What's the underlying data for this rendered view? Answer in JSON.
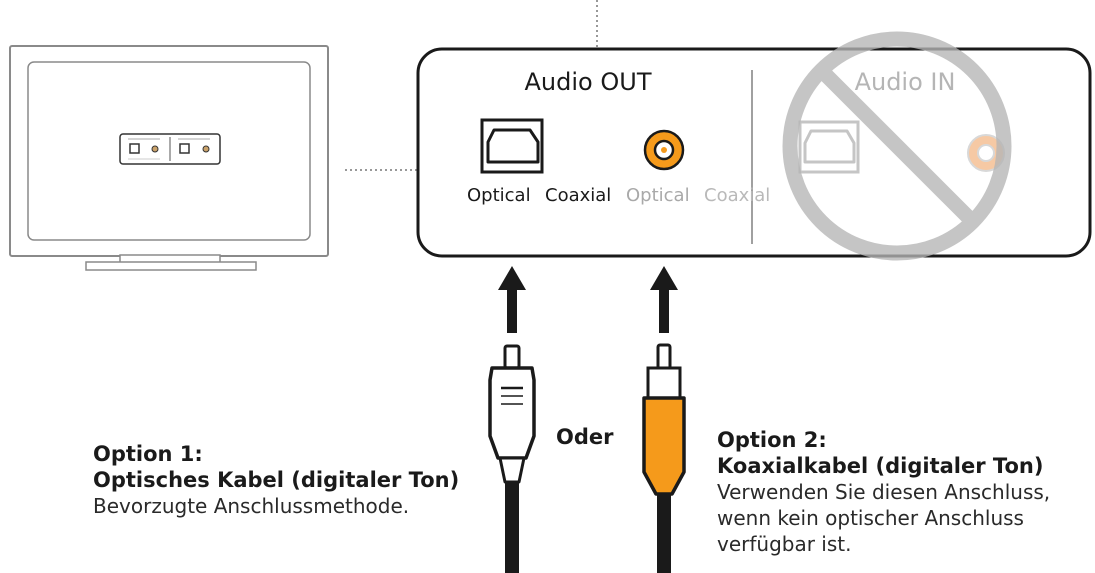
{
  "panel": {
    "audio_out_label": "Audio OUT",
    "audio_in_label": "Audio IN",
    "out_optical_label": "Optical",
    "out_coaxial_label": "Coaxial",
    "in_optical_label": "Optical",
    "in_coaxial_label": "Coaxial"
  },
  "connector_label": "Oder",
  "option1": {
    "title": "Option 1:",
    "subtitle": "Optisches Kabel (digitaler Ton)",
    "description": "Bevorzugte Anschlussmethode."
  },
  "option2": {
    "title": "Option 2:",
    "subtitle": "Koaxialkabel (digitaler Ton)",
    "description_lines": [
      "Verwenden Sie diesen Anschluss,",
      "wenn kein optischer Anschluss",
      "verfügbar ist."
    ]
  },
  "colors": {
    "coaxial_orange": "#f59a1b",
    "coaxial_faded": "#f6c9a4",
    "prohibit_gray": "#b5b5b5",
    "outline": "#1a1a1a"
  },
  "icons": [
    "tv-icon",
    "optical-port-icon",
    "coaxial-port-icon",
    "prohibited-icon",
    "optical-plug-icon",
    "coaxial-plug-icon",
    "arrow-up-icon"
  ]
}
